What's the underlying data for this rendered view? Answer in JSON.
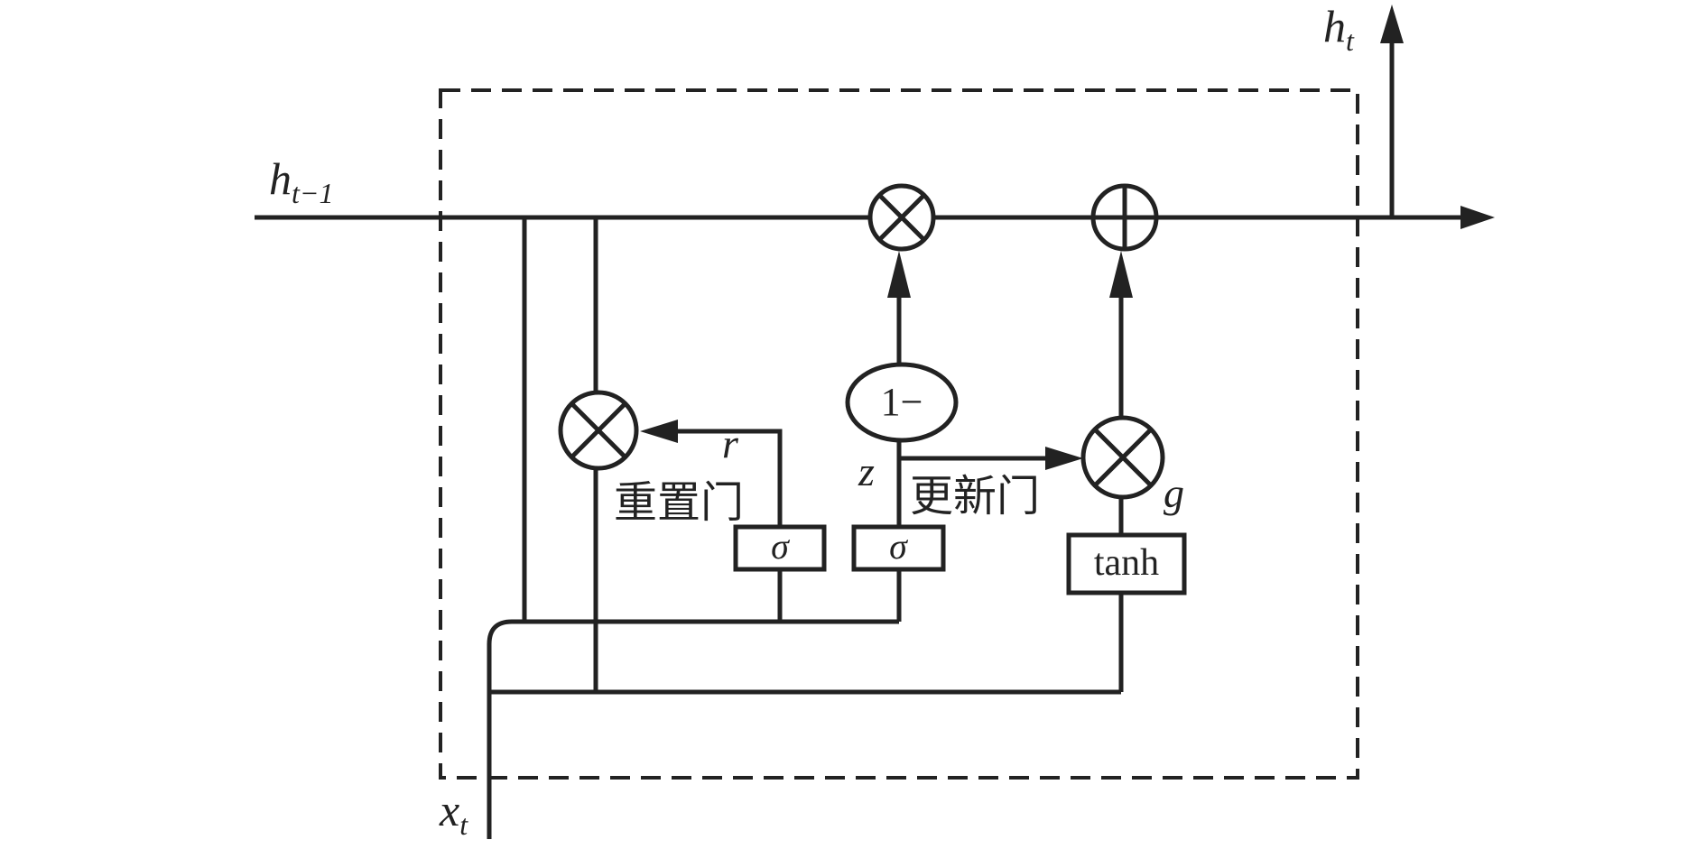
{
  "diagram": {
    "labels": {
      "h_prev": {
        "base": "h",
        "sub": "t−1"
      },
      "h_out": {
        "base": "h",
        "sub": "t"
      },
      "x_in": {
        "base": "x",
        "sub": "t"
      },
      "r": "r",
      "z": "z",
      "g": "g",
      "reset_gate": "重置门",
      "update_gate": "更新门"
    },
    "blocks": {
      "sigma_reset": "σ",
      "sigma_update": "σ",
      "one_minus": "1−",
      "tanh": "tanh"
    }
  }
}
